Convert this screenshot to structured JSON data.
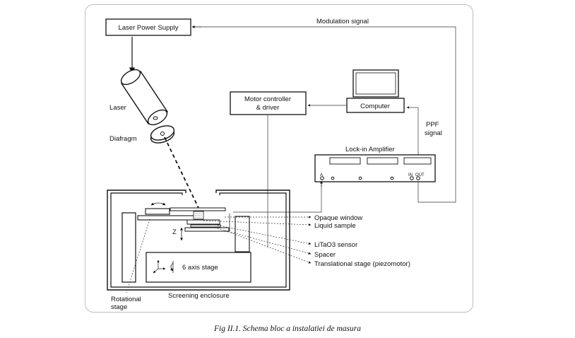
{
  "labels": {
    "laser_power_supply": "Laser Power Supply",
    "modulation_signal": "Modulation signal",
    "laser": "Laser",
    "diafragm": "Diafragm",
    "motor_controller_l1": "Motor controller",
    "motor_controller_l2": "& driver",
    "computer": "Computer",
    "ppf_l1": "PPF",
    "ppf_l2": "signal",
    "lockin": "Lock-in Amplifier",
    "port_a": "A",
    "port_in": "IN",
    "port_out": "OUT",
    "opaque_window": "Opaque window",
    "liquid_sample": "Liquid sample",
    "litao3_sensor": "LiTaO3 sensor",
    "spacer": "Spacer",
    "translational_stage": "Translational stage (piezomotor)",
    "z_axis": "Z",
    "six_axis_stage": "6 axis stage",
    "screening_enclosure": "Screening enclosure",
    "rotational_l1": "Rotational",
    "rotational_l2": "stage"
  },
  "caption": "Fig II.1. Schema bloc a instalatiei de masura"
}
